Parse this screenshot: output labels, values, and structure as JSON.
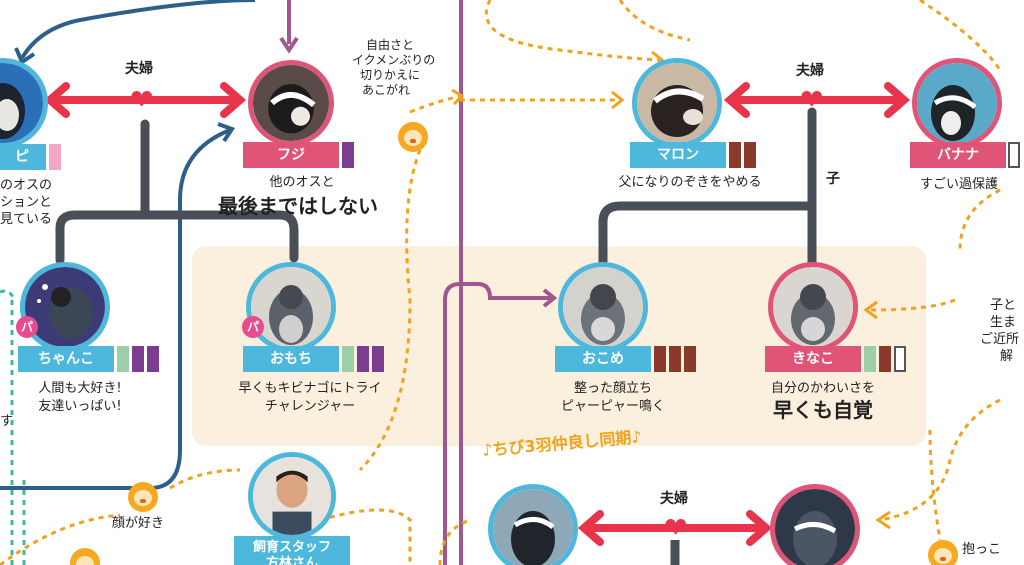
{
  "colors": {
    "accent_red": "#e8344a",
    "line_gray": "#4a4f57",
    "orange_dotted": "#f2a21a",
    "purple": "#a0568f",
    "blue_arrow": "#2c5f8a",
    "teal_dotted": "#3fb99a",
    "box_bg": "#fbefdd"
  },
  "icons": [
    "heart-icon",
    "arrow-icon",
    "chick-icon",
    "music-note-icon",
    "pa-badge-icon"
  ],
  "relations": {
    "couple": "夫婦",
    "child": "子"
  },
  "penguins": {
    "topleft": {
      "name": "ピ",
      "color": "blue",
      "bars": [
        "#f2a7c2"
      ]
    },
    "fuji": {
      "name": "フジ",
      "color": "pink",
      "bars": [
        "#7a3d8f"
      ],
      "caption1": "他のオスと",
      "caption2": "最後まではしない"
    },
    "chanko": {
      "name": "ちゃんこ",
      "color": "blue",
      "bars": [
        "#9ccfa9",
        "#7a3d8f",
        "#7a3d8f"
      ],
      "badge": "パ",
      "caption1": "人間も大好き!",
      "caption2": "友達いっぱい!"
    },
    "omochi": {
      "name": "おもち",
      "color": "blue",
      "bars": [
        "#9ccfa9",
        "#7a3d8f",
        "#7a3d8f"
      ],
      "badge": "パ",
      "caption1": "早くもキビナゴにトライ",
      "caption2": "チャレンジャー"
    },
    "maron": {
      "name": "マロン",
      "color": "blue",
      "bars": [
        "#8b3a2a",
        "#8b3a2a"
      ],
      "caption1": "父になりのぞきをやめる"
    },
    "banana": {
      "name": "バナナ",
      "color": "pink",
      "bars": [
        "#ffffff"
      ],
      "caption1": "すごい過保護"
    },
    "okome": {
      "name": "おこめ",
      "color": "blue",
      "bars": [
        "#8b3a2a",
        "#8b3a2a",
        "#8b3a2a"
      ],
      "caption1": "整った顔立ち",
      "caption2": "ピャーピャー鳴く"
    },
    "kinako": {
      "name": "きなこ",
      "color": "pink",
      "bars": [
        "#9ccfa9",
        "#8b3a2a",
        "#ffffff"
      ],
      "caption1": "自分のかわいさを",
      "caption2": "早くも自覚"
    }
  },
  "staff": {
    "label1": "飼育スタッフ",
    "label2": "方林さん"
  },
  "notes": {
    "left_partial1": "のオスの",
    "left_partial2": "ションと",
    "left_partial3": "見ている",
    "fuji_note1": "自由さと",
    "fuji_note2": "イクメンぶりの",
    "fuji_note3": "切りかえに",
    "fuji_note4": "あこがれ",
    "face_like": "顔が好き",
    "chibi_banner": "ちび3羽仲良し同期",
    "right_partial1": "子と",
    "right_partial2": "生ま",
    "right_partial3": "ご近所",
    "right_partial4": "解",
    "hug": "抱っこ",
    "left_edge": "す"
  }
}
